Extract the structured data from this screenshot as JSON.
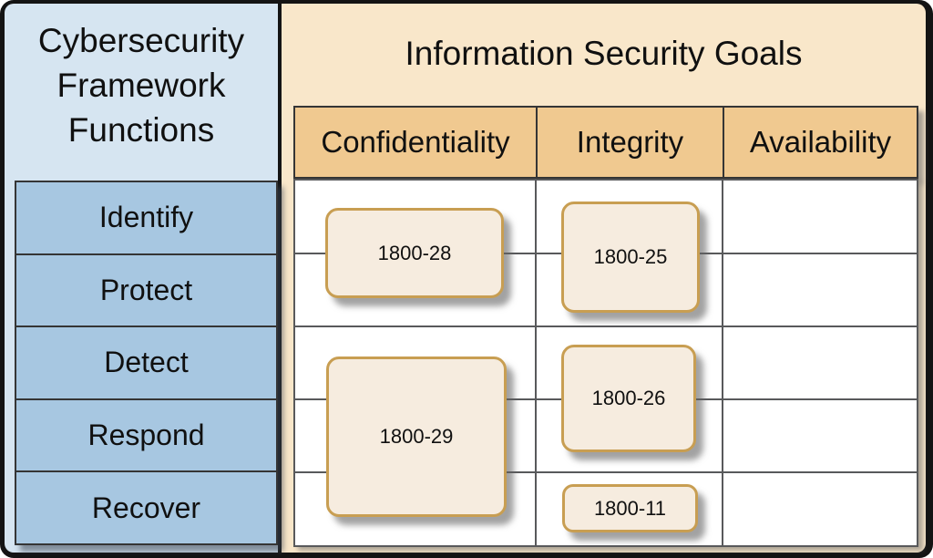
{
  "figure": {
    "left_header": {
      "line1": "Cybersecurity",
      "line2": "Framework",
      "line3": "Functions"
    },
    "right_header": "Information Security Goals",
    "functions": [
      "Identify",
      "Protect",
      "Detect",
      "Respond",
      "Recover"
    ],
    "goals": [
      "Confidentiality",
      "Integrity",
      "Availability"
    ],
    "boxes": [
      {
        "label": "1800-28",
        "goal": "Confidentiality",
        "functions": [
          "Identify",
          "Protect"
        ]
      },
      {
        "label": "1800-25",
        "goal": "Integrity",
        "functions": [
          "Identify",
          "Protect"
        ]
      },
      {
        "label": "1800-29",
        "goal": "Confidentiality",
        "functions": [
          "Detect",
          "Respond",
          "Recover"
        ]
      },
      {
        "label": "1800-26",
        "goal": "Integrity",
        "functions": [
          "Detect",
          "Respond"
        ]
      },
      {
        "label": "1800-11",
        "goal": "Integrity",
        "functions": [
          "Recover"
        ]
      }
    ],
    "colors": {
      "frame": "#141414",
      "left_panel_bg": "#d6e5f1",
      "function_row_bg": "#a7c7e1",
      "right_panel_bg": "#f9e7ca",
      "goal_header_bg": "#f0c990",
      "box_bg": "#f6ecdf",
      "box_border": "#c89e52",
      "grid_line": "#58595b",
      "text": "#101010"
    }
  }
}
